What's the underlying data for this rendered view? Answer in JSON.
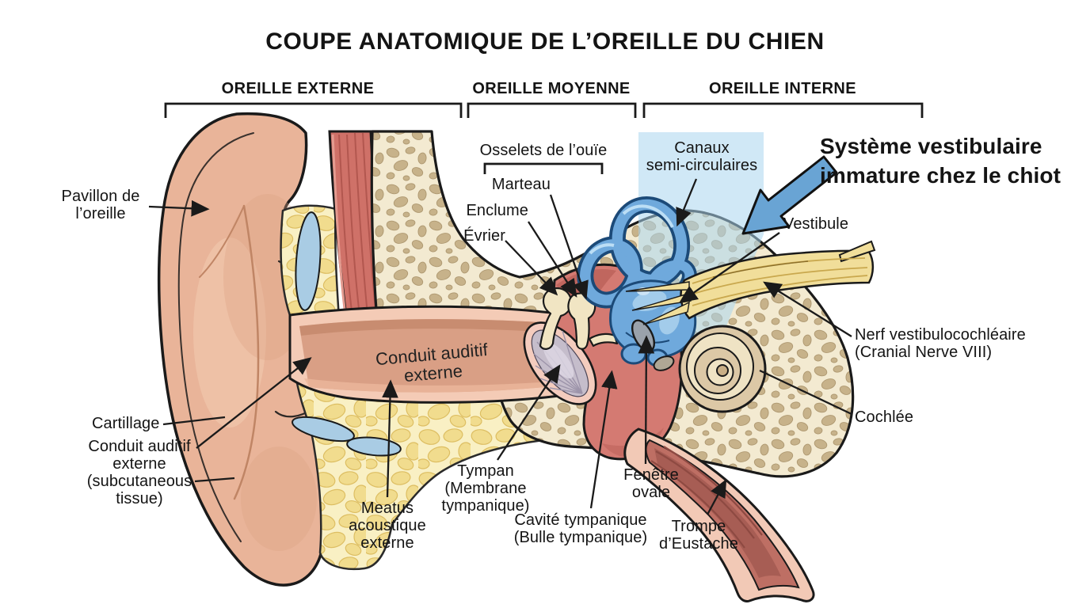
{
  "title": "COUPE ANATOMIQUE DE L’OREILLE DU CHIEN",
  "sections": [
    "OREILLE EXTERNE",
    "OREILLE MOYENNE",
    "OREILLE INTERNE"
  ],
  "callout": "Système vestibulaire\nimmature chez le chiot",
  "labels": {
    "pavillon": "Pavillon de\nl’oreille",
    "cartillage": "Cartillage",
    "conduit_sub": "Conduit auditif\nexterne\n(subcutaneous\ntissue)",
    "conduit_canal": "Conduit auditif externe",
    "meatus": "Meatus\nacoustique\nexterne",
    "osselets": "Osselets de l’ouïe",
    "marteau": "Marteau",
    "enclume": "Enclume",
    "evrier": "Évrier",
    "tympan": "Tympan\n(Membrane tympanique)",
    "cavite": "Cavité tympanique\n(Bulle tympanique)",
    "fenetre": "Fenêtre\novale",
    "trompe": "Trompe\nd’Eustache",
    "canaux": "Canaux\nsemi-circulaires",
    "vestibule": "Vestibule",
    "nerf": "Nerf vestibulocochléaire\n(Cranial Nerve VIII)",
    "cochlee": "Cochlée"
  },
  "colors": {
    "text": "#141414",
    "skin": "#E9B499",
    "fat_yellow": "#F9F0C4",
    "bone_cream": "#F3EAD1",
    "muscle_red": "#CF7168",
    "cavity_red": "#D47A72",
    "inner_ear_blue": "#6FA9DC",
    "highlight_blue": "#A9D6EE",
    "callout_arrow_blue": "#69A4D4",
    "nerve_yellow": "#F1DE9A",
    "membrane_gray": "#C5BDCB"
  }
}
